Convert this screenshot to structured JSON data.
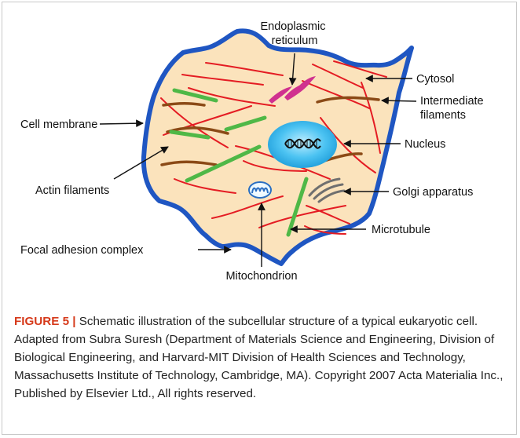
{
  "diagram": {
    "labels": {
      "endoplasmic_reticulum": [
        "Endoplasmic",
        "reticulum"
      ],
      "cytosol": "Cytosol",
      "intermediate_filaments": [
        "Intermediate",
        "filaments"
      ],
      "cell_membrane": "Cell membrane",
      "nucleus": "Nucleus",
      "actin_filaments": "Actin filaments",
      "golgi_apparatus": "Golgi apparatus",
      "microtubule": "Microtubule",
      "focal_adhesion_complex": "Focal adhesion complex",
      "mitochondrion": "Mitochondrion"
    },
    "colors": {
      "cell_fill": "#fbe3bc",
      "membrane": "#1f56c2",
      "actin": "#e41c23",
      "intermediate": "#8b4a16",
      "microtubule": "#4fb847",
      "nucleus": "#2ab6ee",
      "er": "#d0318f",
      "golgi": "#7c7c7c"
    }
  },
  "caption": {
    "figure_label": "FIGURE 5 |",
    "text": " Schematic illustration of the subcellular structure of a typical eukaryotic cell. Adapted from Subra Suresh (Department of Materials Science and Engineering, Division of Biological Engineering, and Harvard-MIT Division of Health Sciences and Technology, Massachusetts Institute of Technology, Cambridge, MA). Copyright 2007 Acta Materialia Inc., Published by Elsevier Ltd., All rights reserved."
  }
}
